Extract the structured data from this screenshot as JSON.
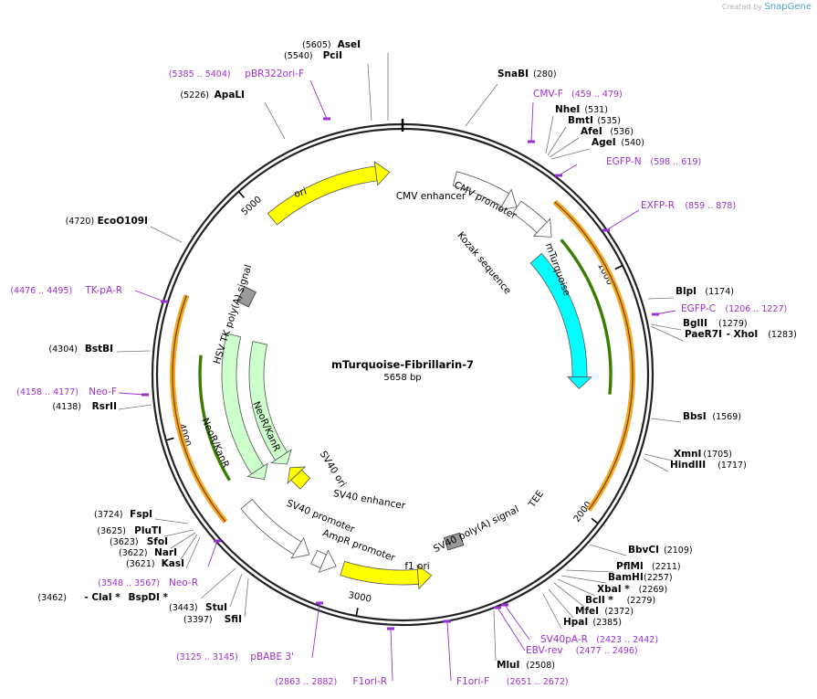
{
  "watermark": {
    "created_by": "Created by",
    "brand": "SnapGene"
  },
  "plasmid": {
    "name": "mTurquoise-Fibrillarin-7",
    "size": "5658 bp",
    "length": 5658
  },
  "colors": {
    "primer": "#9b30d0",
    "site": "#000000",
    "yellow": "#ffff00",
    "cyan": "#00ffff",
    "green": "#ccffcc",
    "gray": "#999999",
    "orange": "#f5a623",
    "olive": "#3a7d00"
  },
  "ticks": [
    {
      "pos": 1000,
      "label": "1000"
    },
    {
      "pos": 2000,
      "label": "2000"
    },
    {
      "pos": 3000,
      "label": "3000"
    },
    {
      "pos": 4000,
      "label": "4000"
    },
    {
      "pos": 5000,
      "label": "5000"
    }
  ],
  "features": [
    {
      "name": "CMV enhancer",
      "start": 235,
      "end": 539,
      "dir": 1,
      "color": "#ffffff",
      "track": 1
    },
    {
      "name": "CMV promoter",
      "start": 540,
      "end": 743,
      "dir": 1,
      "color": "#ffffff",
      "track": 1
    },
    {
      "name": "mTurquoise",
      "start": 770,
      "end": 1486,
      "dir": 1,
      "color": "#00ffff",
      "track": 1
    },
    {
      "name": "ori",
      "start": 5030,
      "end": 5600,
      "dir": 1,
      "color": "#ffff00",
      "track": 1
    },
    {
      "name": "f1 ori",
      "start": 2700,
      "end": 3100,
      "dir": -1,
      "color": "#ffff00",
      "track": 1
    },
    {
      "name": "AmpR promoter",
      "start": 3130,
      "end": 3236,
      "dir": -1,
      "color": "#ffffff",
      "track": 1
    },
    {
      "name": "SV40 promoter",
      "start": 3260,
      "end": 3620,
      "dir": -1,
      "color": "#ffffff",
      "track": 1
    },
    {
      "name": "SV40 ori",
      "start": 3486,
      "end": 3622,
      "dir": 1,
      "color": "#ffff00",
      "track": 2
    },
    {
      "name": "NeoR/KanR",
      "start": 3650,
      "end": 4440,
      "dir": -1,
      "color": "#ccffcc",
      "track": 2
    },
    {
      "name": "NeoR/KanR",
      "start": 3660,
      "end": 4450,
      "dir": -1,
      "color": "#ccffcc",
      "track": 1
    }
  ],
  "boxes": [
    {
      "name": "SV40 poly(A) signal",
      "pos": 2560,
      "color": "#999999"
    },
    {
      "name": "HSV TK poly(A) signal",
      "pos": 4660,
      "color": "#999999"
    }
  ],
  "feature_labels": [
    {
      "text": "CMV enhancer"
    },
    {
      "text": "CMV promoter"
    },
    {
      "text": "Kozak sequence"
    },
    {
      "text": "mTurquoise"
    },
    {
      "text": "ori"
    },
    {
      "text": "HSV TK poly(A) signal"
    },
    {
      "text": "NeoR/KanR"
    },
    {
      "text": "NeoR/KanR"
    },
    {
      "text": "SV40 ori"
    },
    {
      "text": "SV40 enhancer"
    },
    {
      "text": "SV40 promoter"
    },
    {
      "text": "AmpR promoter"
    },
    {
      "text": "f1 ori"
    },
    {
      "text": "SV40 poly(A) signal"
    },
    {
      "text": "TEE"
    }
  ],
  "sites": [
    {
      "name": "AseI",
      "pos": "(5605)"
    },
    {
      "name": "PciI",
      "pos": "(5540)"
    },
    {
      "name": "ApaLI",
      "pos": "(5226)"
    },
    {
      "name": "SnaBI",
      "pos": "(280)"
    },
    {
      "name": "NheI",
      "pos": "(531)"
    },
    {
      "name": "BmtI",
      "pos": "(535)"
    },
    {
      "name": "AfeI",
      "pos": "(536)"
    },
    {
      "name": "AgeI",
      "pos": "(540)"
    },
    {
      "name": "EcoO109I",
      "pos": "(4720)"
    },
    {
      "name": "BlpI",
      "pos": "(1174)"
    },
    {
      "name": "BglII",
      "pos": "(1279)"
    },
    {
      "name": "PaeR7I",
      "pos": "(1283)",
      "extra": "- XhoI"
    },
    {
      "name": "BstBI",
      "pos": "(4304)"
    },
    {
      "name": "RsrII",
      "pos": "(4138)"
    },
    {
      "name": "BbsI",
      "pos": "(1569)"
    },
    {
      "name": "XmnI",
      "pos": "(1705)"
    },
    {
      "name": "HindIII",
      "pos": "(1717)"
    },
    {
      "name": "FspI",
      "pos": "(3724)"
    },
    {
      "name": "PluTI",
      "pos": "(3625)"
    },
    {
      "name": "SfoI",
      "pos": "(3623)"
    },
    {
      "name": "NarI",
      "pos": "(3622)"
    },
    {
      "name": "KasI",
      "pos": "(3621)"
    },
    {
      "name": "BbvCI",
      "pos": "(2109)"
    },
    {
      "name": "PflMI",
      "pos": "(2211)"
    },
    {
      "name": "BamHI",
      "pos": "(2257)"
    },
    {
      "name": "XbaI *",
      "pos": "(2269)"
    },
    {
      "name": "BclI *",
      "pos": "(2279)"
    },
    {
      "name": "MfeI",
      "pos": "(2372)"
    },
    {
      "name": "HpaI",
      "pos": "(2385)"
    },
    {
      "name": "BspDI *",
      "pos": "(3462)",
      "extra": "- ClaI *"
    },
    {
      "name": "StuI",
      "pos": "(3443)"
    },
    {
      "name": "SfiI",
      "pos": "(3397)"
    },
    {
      "name": "MluI",
      "pos": "(2508)"
    }
  ],
  "primers": [
    {
      "name": "pBR322ori-F",
      "range": "(5385 .. 5404)"
    },
    {
      "name": "CMV-F",
      "range": "(459 .. 479)"
    },
    {
      "name": "EGFP-N",
      "range": "(598 .. 619)"
    },
    {
      "name": "EXFP-R",
      "range": "(859 .. 878)"
    },
    {
      "name": "TK-pA-R",
      "range": "(4476 .. 4495)"
    },
    {
      "name": "EGFP-C",
      "range": "(1206 .. 1227)"
    },
    {
      "name": "Neo-F",
      "range": "(4158 .. 4177)"
    },
    {
      "name": "Neo-R",
      "range": "(3548 .. 3567)"
    },
    {
      "name": "pBABE 3'",
      "range": "(3125 .. 3145)"
    },
    {
      "name": "F1ori-R",
      "range": "(2863 .. 2882)"
    },
    {
      "name": "F1ori-F",
      "range": "(2651 .. 2672)"
    },
    {
      "name": "EBV-rev",
      "range": "(2477 .. 2496)"
    },
    {
      "name": "SV40pA-R",
      "range": "(2423 .. 2442)"
    }
  ]
}
